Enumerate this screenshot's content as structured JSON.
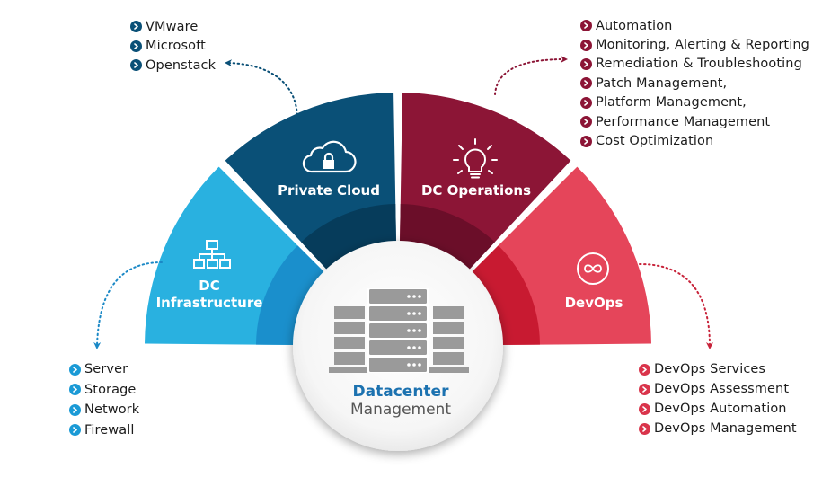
{
  "colors": {
    "private_cloud": "#0a5077",
    "dc_operations": "#8c1536",
    "dc_infrastructure": "#29b1e0",
    "devops": "#e5455a",
    "center_title": "#1c72b0",
    "center_subtitle": "#555555",
    "server_icon": "#9a9a9a"
  },
  "segments": {
    "private_cloud": {
      "label": "Private Cloud",
      "icon": "cloud-lock-icon"
    },
    "dc_operations": {
      "label": "DC Operations",
      "icon": "lightbulb-icon"
    },
    "dc_infrastructure": {
      "label_line1": "DC",
      "label_line2": "Infrastructure",
      "icon": "network-hierarchy-icon"
    },
    "devops": {
      "label": "DevOps",
      "icon": "infinity-icon"
    }
  },
  "center": {
    "title": "Datacenter",
    "subtitle": "Management",
    "icon": "server-rack-icon"
  },
  "lists": {
    "private_cloud": [
      "VMware",
      "Microsoft",
      "Openstack"
    ],
    "dc_operations": [
      "Automation",
      "Monitoring, Alerting & Reporting",
      "Remediation & Troubleshooting",
      "Patch Management,",
      "Platform Management,",
      "Performance Management",
      "Cost Optimization"
    ],
    "dc_infrastructure": [
      "Server",
      "Storage",
      "Network",
      "Firewall"
    ],
    "devops": [
      "DevOps Services",
      "DevOps Assessment",
      "DevOps Automation",
      "DevOps Management"
    ]
  }
}
